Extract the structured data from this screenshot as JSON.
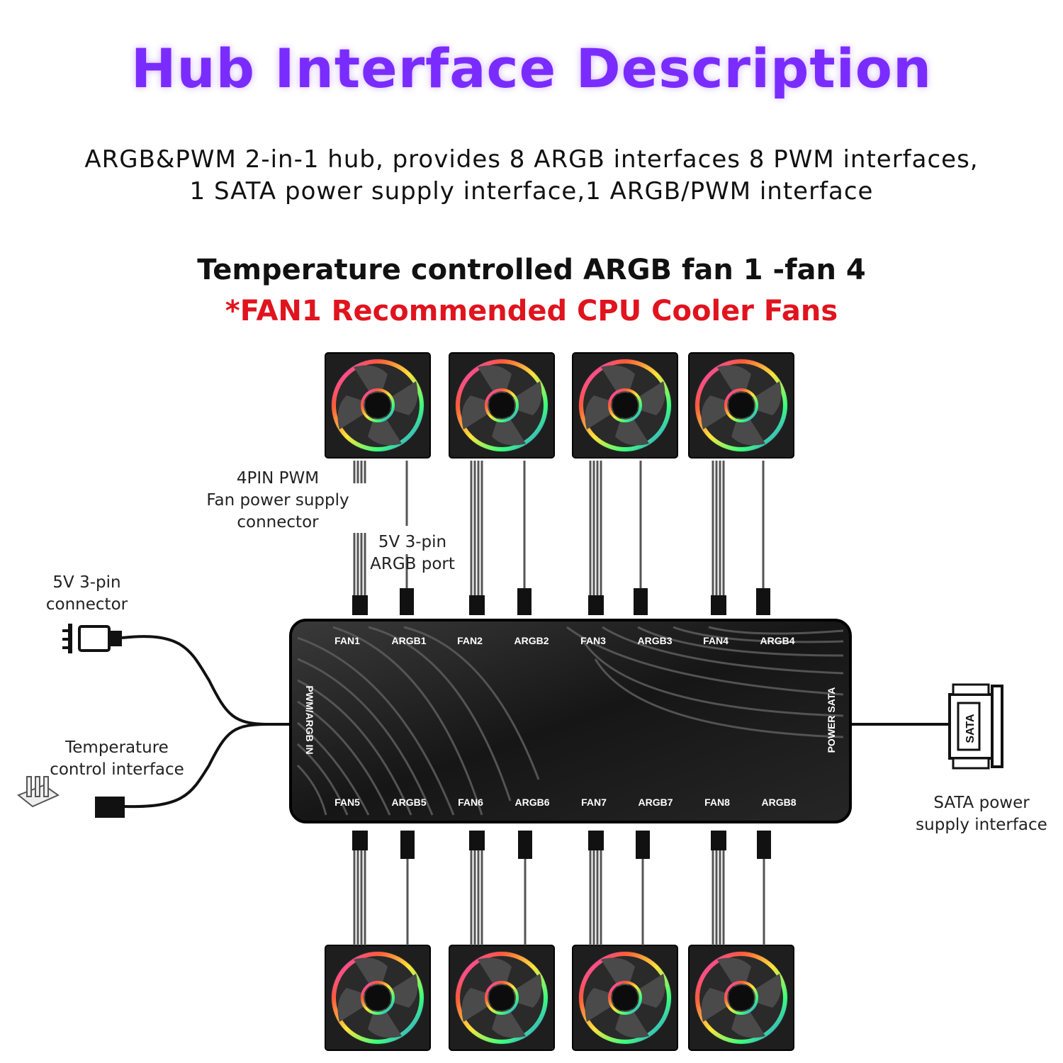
{
  "title": "Hub Interface Description",
  "description": {
    "line1": "ARGB&PWM 2-in-1 hub, provides 8 ARGB interfaces 8 PWM interfaces,",
    "line2": "1 SATA power supply interface,1 ARGB/PWM interface"
  },
  "heading": {
    "line1": "Temperature controlled ARGB fan 1 -fan 4",
    "line2": "*FAN1 Recommended CPU Cooler Fans"
  },
  "callouts": {
    "pwm_connector": [
      "4PIN PWM",
      "Fan power supply",
      "connector"
    ],
    "argb_port": [
      "5V 3-pin",
      "ARGB port"
    ],
    "connector_5v": [
      "5V 3-pin",
      "connector"
    ],
    "temp_interface": [
      "Temperature",
      "control interface"
    ],
    "sata_interface": [
      "SATA power",
      "supply interface"
    ]
  },
  "hub": {
    "top_ports": [
      "FAN1",
      "ARGB1",
      "FAN2",
      "ARGB2",
      "FAN3",
      "ARGB3",
      "FAN4",
      "ARGB4"
    ],
    "bottom_ports": [
      "FAN5",
      "ARGB5",
      "FAN6",
      "ARGB6",
      "FAN7",
      "ARGB7",
      "FAN8",
      "ARGB8"
    ],
    "left_label": "PWM/ARGB IN",
    "right_label": "POWER SATA"
  },
  "sata_connector_label": "SATA",
  "colors": {
    "title": "#7a2cff",
    "heading_line2": "#e0141e",
    "hub_body": "#1c1c1c"
  },
  "icons": [
    "fan-icon",
    "argb-plug-icon",
    "pwm-plug-icon",
    "sata-plug-icon",
    "temp-probe-icon"
  ]
}
